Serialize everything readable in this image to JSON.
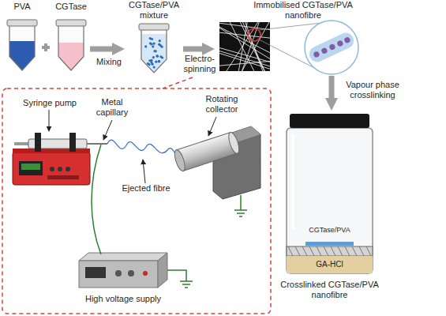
{
  "diagram": {
    "nodes": [
      {
        "text": [
          "PVA"
        ]
      },
      {
        "text": [
          "CGTase"
        ]
      },
      {
        "text": [
          "CGTase/PVA mixture"
        ]
      },
      {
        "text": [
          "Immobilised CGTase/PVA nanofibre"
        ]
      },
      {
        "text": [
          "Crosslinked CGTase/PVA nanofibre"
        ]
      },
      {
        "text": [
          "CGTase/PVA"
        ],
        "in": 4
      },
      {
        "text": [
          "GA-HCl"
        ],
        "in": 4
      }
    ],
    "edges": [
      {
        "from": 1,
        "to": 2,
        "label": "Mixing",
        "arrow": "to"
      },
      {
        "from": 2,
        "to": 3,
        "label": "Electro- spinning",
        "arrow": "to"
      },
      {
        "from": 3,
        "to": 4,
        "label": "Vapour phase crosslinking",
        "arrow": "to"
      }
    ],
    "labels": [
      "Syringe pump",
      "Metal capillary",
      "Rotating collector",
      "Ejected fibre",
      "High voltage supply"
    ]
  }
}
